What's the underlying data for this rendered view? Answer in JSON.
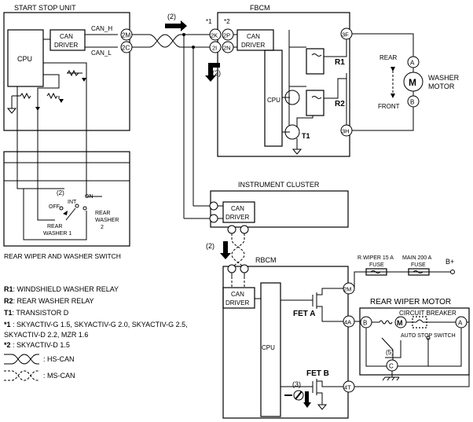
{
  "units": {
    "start_stop": "START STOP UNIT",
    "fbcm": "FBCM",
    "instrument_cluster": "INSTRUMENT CLUSTER",
    "rbcm": "RBCM",
    "rear_wiper_switch": "REAR WIPER AND WASHER SWITCH",
    "washer_motor": [
      "WASHER",
      "MOTOR"
    ],
    "rear_wiper_motor": "REAR WIPER MOTOR",
    "circuit_breaker": "CIRCUIT BREAKER",
    "auto_stop_switch": "AUTO STOP SWITCH"
  },
  "labels": {
    "cpu": "CPU",
    "can_driver": [
      "CAN",
      "DRIVER"
    ],
    "can_h": "CAN_H",
    "can_l": "CAN_L",
    "r1": "R1",
    "r2": "R2",
    "t1": "T1",
    "rear": "REAR",
    "front": "FRONT",
    "fet_a": "FET A",
    "fet_b": "FET B",
    "b_plus": "B+",
    "fuse_rwiper": [
      "R.WIPER 15 A",
      "FUSE"
    ],
    "fuse_main": [
      "MAIN 200 A",
      "FUSE"
    ],
    "sw_off": "OFF",
    "sw_int": "INT",
    "sw_on": "ON",
    "rear_washer_1": [
      "REAR",
      "WASHER 1"
    ],
    "rear_washer_2": [
      "REAR",
      "WASHER",
      "2"
    ],
    "star1": "*1",
    "star2": "*2",
    "step2": "(2)",
    "step3": "(3)",
    "step5": "(5)",
    "motor_a": "A",
    "motor_b": "B",
    "motor_m": "M",
    "rwm_c": "C"
  },
  "terminals": {
    "ss_2m": "2M",
    "ss_2c": "2C",
    "fb_2k": "2K",
    "fb_2p": "2P",
    "fb_2i": "2I",
    "fb_2n": "2N",
    "fb_3f": "3F",
    "fb_3h": "3H",
    "rb_2m": "2M",
    "rb_4a": "4A",
    "rb_4t": "4T"
  },
  "legend": [
    {
      "key": "R1",
      "text": ": WINDSHIELD WASHER RELAY"
    },
    {
      "key": "R2",
      "text": ": REAR WASHER RELAY"
    },
    {
      "key": "T1",
      "text": ": TRANSISTOR D"
    },
    {
      "key": "*1",
      "text": " : SKYACTIV-G 1.5, SKYACTIV-G 2.0, SKYACTIV-G 2.5,"
    },
    {
      "key": "",
      "text": "SKYACTIV-D 2.2, MZR 1.6"
    },
    {
      "key": "*2",
      "text": " : SKYACTIV-D 1.5"
    }
  ],
  "bus_legend": {
    "hs": ": HS-CAN",
    "ms": ": MS-CAN"
  }
}
